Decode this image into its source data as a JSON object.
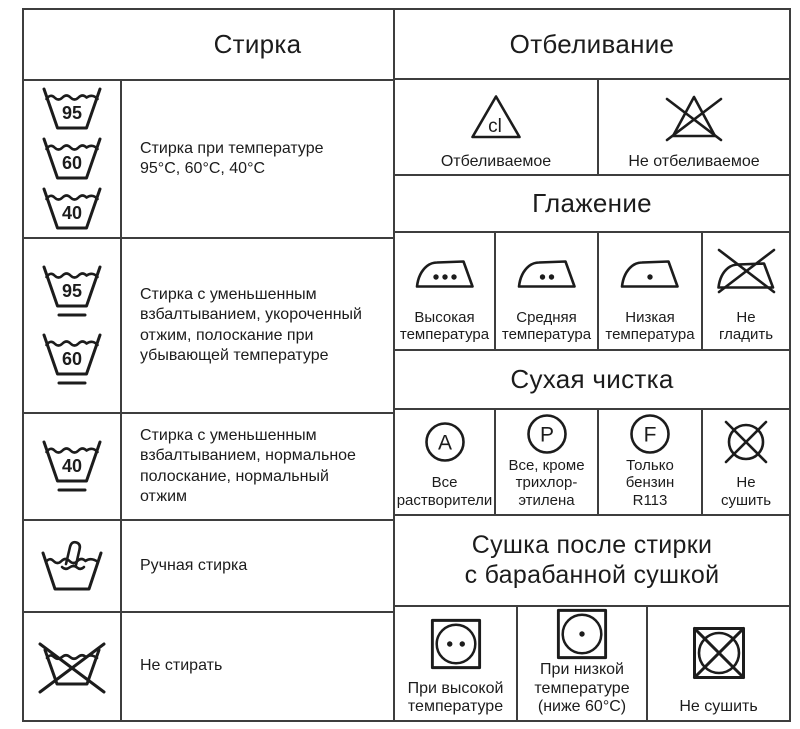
{
  "page": {
    "background": "#ffffff",
    "line_color": "#3e3e3e",
    "ink_color": "#1c1c1c"
  },
  "headers": {
    "washing": "Стирка",
    "bleaching": "Отбеливание",
    "ironing": "Глажение",
    "dry_cleaning": "Сухая чистка",
    "tumble_drying": "Сушка после стирки\nс барабанной сушкой"
  },
  "washing": {
    "rows": [
      {
        "tub_temps": [
          "95",
          "60",
          "40"
        ],
        "description": "Стирка при температуре\n95°C, 60°C, 40°C"
      },
      {
        "tub_temps": [
          "95",
          "60"
        ],
        "underlined": true,
        "description": "Стирка с уменьшенным\nвзбалтыванием, укороченный\nотжим, полоскание при\nубывающей температуре"
      },
      {
        "tub_temps": [
          "40"
        ],
        "underlined": true,
        "description": "Стирка с уменьшенным\nвзбалтыванием, нормальное\nполоскание, нормальный\nотжим"
      },
      {
        "icon": "hand-wash",
        "description": "Ручная стирка"
      },
      {
        "icon": "no-washing",
        "description": "Не стирать"
      }
    ]
  },
  "bleaching": {
    "cells": [
      {
        "symbol_letter": "cl",
        "label": "Отбеливаемое"
      },
      {
        "icon": "no-bleach",
        "label": "Не отбеливаемое"
      }
    ]
  },
  "ironing": {
    "cells": [
      {
        "dots": 3,
        "label": "Высокая\nтемпература"
      },
      {
        "dots": 2,
        "label": "Средняя\nтемпература"
      },
      {
        "dots": 1,
        "label": "Низкая\nтемпература"
      },
      {
        "icon": "no-ironing",
        "label": "Не\nгладить"
      }
    ]
  },
  "dry_cleaning": {
    "cells": [
      {
        "symbol_letter": "A",
        "label": "Все\nрастворители"
      },
      {
        "symbol_letter": "P",
        "label": "Все, кроме\nтрихлор-\nэтилена"
      },
      {
        "symbol_letter": "F",
        "label": "Только\nбензин\nR113"
      },
      {
        "icon": "no-dry",
        "label": "Не\nсушить"
      }
    ]
  },
  "tumble_drying": {
    "cells": [
      {
        "dots": 2,
        "label": "При высокой\nтемпературе"
      },
      {
        "dots": 1,
        "label": "При низкой\nтемпературе\n(ниже 60°C)"
      },
      {
        "icon": "no-tumble-dry",
        "label": "Не сушить"
      }
    ]
  }
}
